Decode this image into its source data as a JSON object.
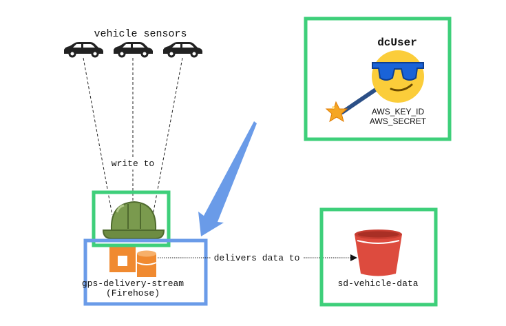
{
  "sensors": {
    "title": "vehicle sensors",
    "icon": "car-icon",
    "count": 3
  },
  "edges": {
    "write_label": "write to",
    "deliver_label": "delivers data to"
  },
  "stream": {
    "name": "gps-delivery-stream",
    "type": "(Firehose)",
    "icon": "firehose-icon",
    "helmet_icon": "hard-hat-icon"
  },
  "bucket": {
    "name": "sd-vehicle-data",
    "icon": "s3-bucket-icon"
  },
  "user": {
    "name": "dcUser",
    "key_id": "AWS_KEY_ID",
    "secret": "AWS_SECRET",
    "icon": "cool-face-icon",
    "wand_icon": "magic-wand-icon"
  },
  "colors": {
    "green_frame": "#3ecf7a",
    "blue_frame": "#6a9be8",
    "firehose_orange": "#f08a30",
    "bucket_red": "#dd4b3e",
    "helmet_green": "#7a9a4e",
    "face_yellow": "#fbcd3a",
    "glasses_blue": "#1a63d8"
  }
}
